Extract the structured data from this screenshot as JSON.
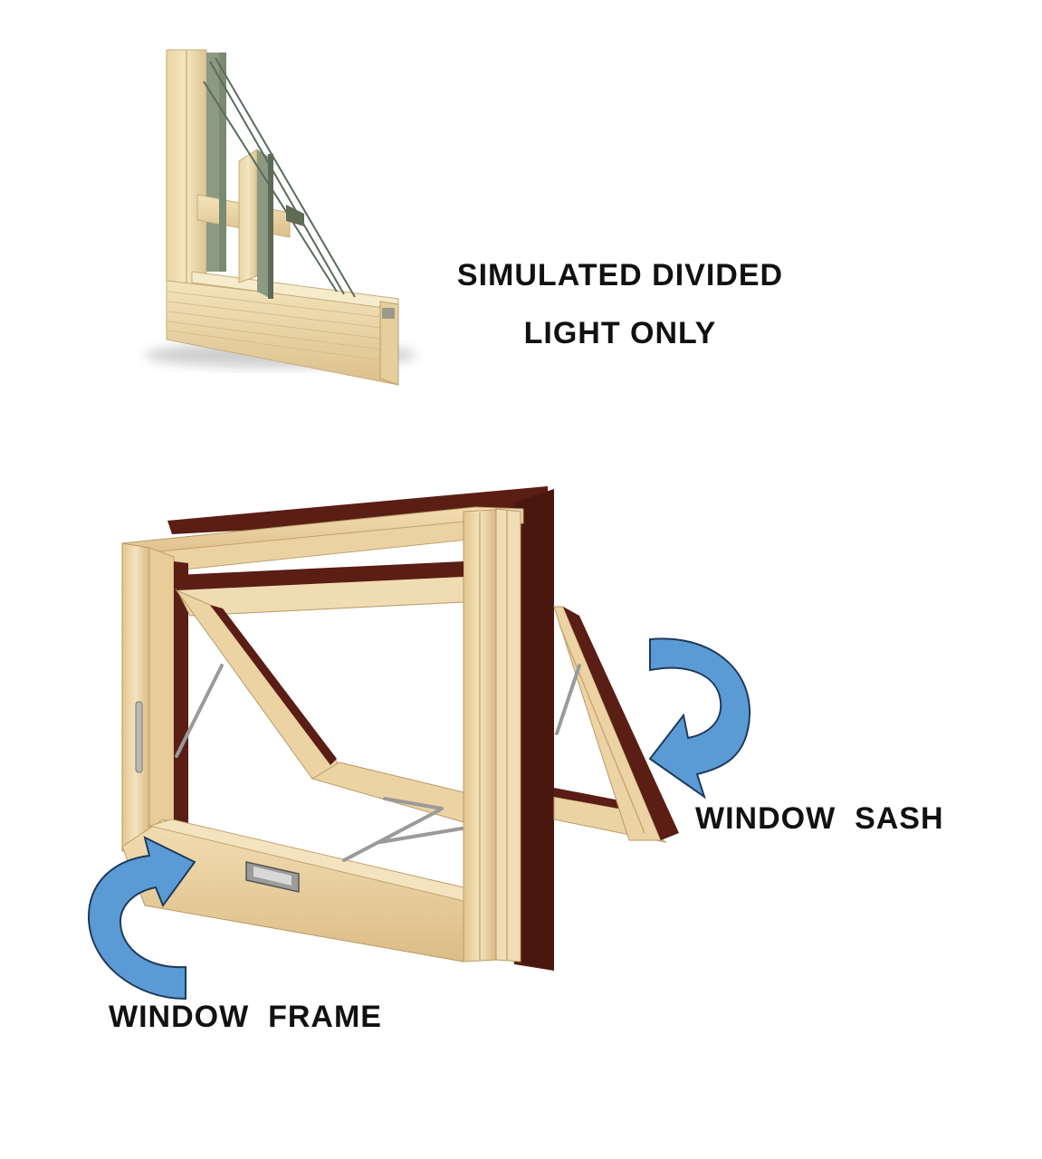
{
  "labels": {
    "sdl_line1": "SIMULATED DIVIDED",
    "sdl_line2": "LIGHT ONLY",
    "window_sash": "WINDOW  SASH",
    "window_frame": "WINDOW  FRAME"
  },
  "colors": {
    "arrow_fill": "#5b9bd5",
    "arrow_stroke": "#1f3a5c",
    "wood_light": "#f1e2b6",
    "wood_mid": "#e2c995",
    "wood_dark": "#c8a873",
    "exterior_clad": "#5a1e14",
    "text": "#111111"
  }
}
